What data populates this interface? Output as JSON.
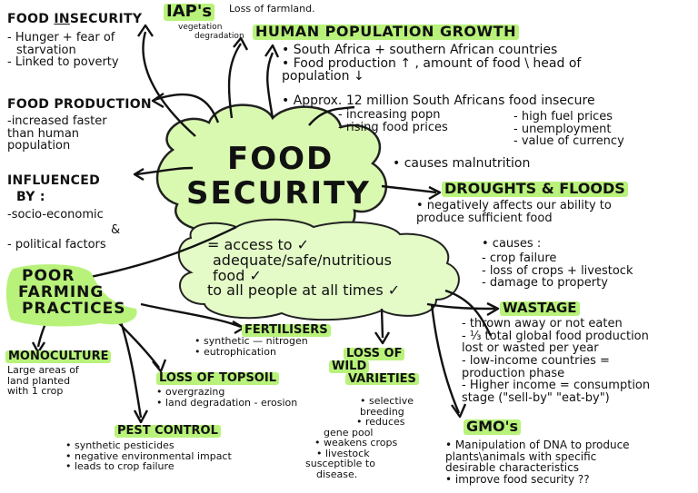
{
  "center": {
    "title_line1": "FOOD",
    "title_line2": "SECURITY"
  },
  "definition": {
    "line1": "= access to ✓",
    "line2": "adequate/safe/nutritious",
    "line3": "food ✓",
    "line4": "to all people at all times ✓"
  },
  "food_insecurity": {
    "title_pre": "FOOD ",
    "title_u": "IN",
    "title_post": "SECURITY",
    "items": [
      "- Hunger + fear of",
      "  starvation",
      "- Linked to poverty"
    ]
  },
  "food_production": {
    "title": "FOOD PRODUCTION",
    "items": [
      "-increased faster",
      " than human",
      " population"
    ]
  },
  "influenced_by": {
    "title_line1": "INFLUENCED",
    "title_line2": "BY :",
    "items": [
      "-socio-economic",
      "&",
      "- political factors"
    ]
  },
  "iaps": {
    "title": "IAP's",
    "sub1": "vegetation",
    "sub2": "degradation",
    "extra": "Loss of farmland."
  },
  "human_population": {
    "title": "HUMAN POPULATION GROWTH",
    "items": [
      "• South Africa + southern African countries",
      "• Food production ↑ , amount of food \\ head of",
      "  population ↓"
    ],
    "approx": "• Approx. 12 million South Africans food insecure",
    "left_causes": [
      "- increasing popn",
      "- rising food prices"
    ],
    "right_causes": [
      "- high fuel prices",
      "- unemployment",
      "- value of currency"
    ],
    "malnutrition": "• causes malnutrition"
  },
  "droughts": {
    "title": "DROUGHTS & FLOODS",
    "items": [
      "• negatively affects our ability to",
      "  produce sufficient food"
    ],
    "causes_title": "• causes :",
    "causes": [
      "- crop failure",
      "- loss of crops + livestock",
      "- damage to property"
    ]
  },
  "poor_farming": {
    "line1": "POOR",
    "line2": "FARMING",
    "line3": "PRACTICES"
  },
  "fertilisers": {
    "title": "FERTILISERS",
    "items": [
      "• synthetic — nitrogen",
      "• eutrophication"
    ]
  },
  "monoculture": {
    "title": "MONOCULTURE",
    "items": [
      "Large areas of",
      "land planted",
      "with 1 crop"
    ]
  },
  "topsoil": {
    "title": "LOSS OF TOPSOIL",
    "items": [
      "• overgrazing",
      "• land degradation - erosion"
    ]
  },
  "pest_control": {
    "title": "PEST CONTROL",
    "items": [
      "• synthetic pesticides",
      "• negative environmental impact",
      "• leads to crop failure"
    ]
  },
  "wild_varieties": {
    "title_line1": "LOSS OF",
    "title_line2": "WILD",
    "title_line3": "VARIETIES",
    "items": [
      "• selective",
      "  breeding",
      "• reduces",
      "  gene pool",
      "• weakens crops",
      "• livestock",
      "susceptible to",
      "  disease."
    ]
  },
  "wastage": {
    "title": "WASTAGE",
    "items": [
      "- thrown away or not eaten",
      "- ⅓ total global food production",
      "  lost or wasted per year",
      "- low-income countries =",
      "  production phase",
      "- Higher income = consumption",
      "  stage (\"sell-by\" \"eat-by\")"
    ]
  },
  "gmos": {
    "title": "GMO's",
    "items": [
      "• Manipulation of DNA to produce",
      "  plants\\animals with specific",
      "  desirable characteristics",
      "• improve food security ??"
    ]
  },
  "colors": {
    "highlight": "#b8f27a",
    "ink": "#111111"
  }
}
